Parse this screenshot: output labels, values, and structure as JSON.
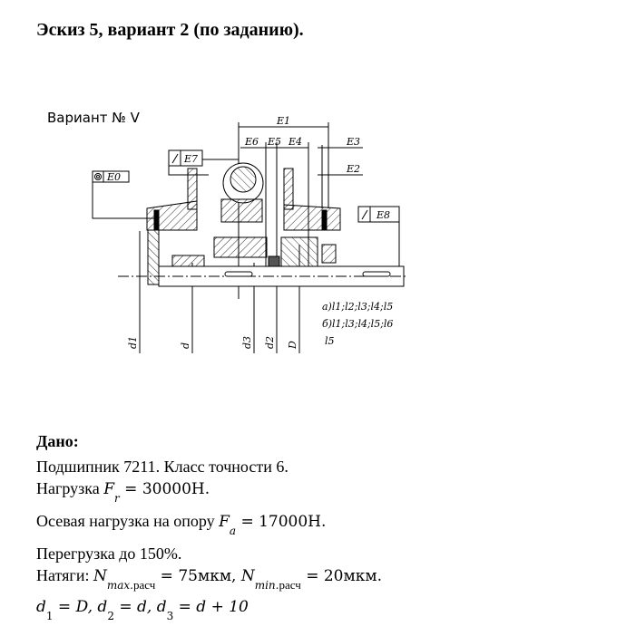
{
  "title": "Эскиз 5, вариант 2 (по заданию).",
  "drawing": {
    "variant_label": "Вариант № V",
    "dimensions": {
      "E1": "E1",
      "E2": "E2",
      "E3": "E3",
      "E4": "E4",
      "E5": "E5",
      "E6": "E6",
      "E7": "E7",
      "E8": "E8",
      "E0": "E0"
    },
    "diameters": {
      "d1": "d1",
      "d": "d",
      "d3": "d3",
      "d2": "d2",
      "D": "D"
    },
    "notes": [
      "а)l1;l2;l3;l4;l5",
      "б)l1;l3;l4;l5;l6",
      "l5"
    ]
  },
  "given": {
    "heading": "Дано:",
    "line1": "Подшипник 7211. Класс точности 6.",
    "line2_label": "Нагрузка ",
    "Fr_sym": "F",
    "Fr_sub": "r",
    "Fr_val": " = 30000H.",
    "line3_label": "Осевая нагрузка на опору ",
    "Fa_sym": "F",
    "Fa_sub": "a",
    "Fa_val": " = 17000H.",
    "line4": "Перегрузка до 150%.",
    "line5_label": "Натяги: ",
    "Nmax_sym": "N",
    "Nmax_sub_it": "max.",
    "Nmax_sub_r": "расч",
    "Nmax_val": " = 75мкм, ",
    "Nmin_sym": "N",
    "Nmin_sub_it": "min.",
    "Nmin_sub_r": "расч",
    "Nmin_val": " = 20мкм.",
    "line6": [
      {
        "sym": "d",
        "sub": "1",
        "rest": " = D, "
      },
      {
        "sym": "d",
        "sub": "2",
        "rest": " = d, "
      },
      {
        "sym": "d",
        "sub": "3",
        "rest": " = d + 10"
      }
    ]
  }
}
